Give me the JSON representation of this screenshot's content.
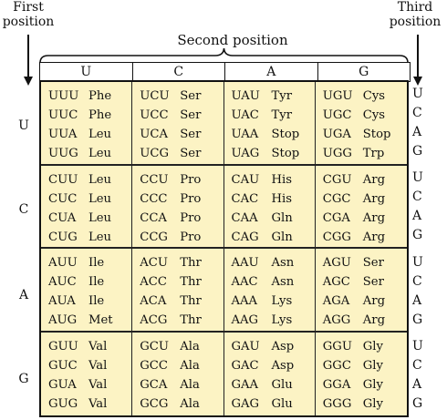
{
  "headers": {
    "first_position": [
      "First",
      "position"
    ],
    "second_position": "Second position",
    "third_position": [
      "Third",
      "position"
    ]
  },
  "second_bases": [
    "U",
    "C",
    "A",
    "G"
  ],
  "first_bases": [
    "U",
    "C",
    "A",
    "G"
  ],
  "third_bases": [
    "U",
    "C",
    "A",
    "G"
  ],
  "codons": [
    [
      [
        [
          "UUU",
          "Phe"
        ],
        [
          "UUC",
          "Phe"
        ],
        [
          "UUA",
          "Leu"
        ],
        [
          "UUG",
          "Leu"
        ]
      ],
      [
        [
          "UCU",
          "Ser"
        ],
        [
          "UCC",
          "Ser"
        ],
        [
          "UCA",
          "Ser"
        ],
        [
          "UCG",
          "Ser"
        ]
      ],
      [
        [
          "UAU",
          "Tyr"
        ],
        [
          "UAC",
          "Tyr"
        ],
        [
          "UAA",
          "Stop"
        ],
        [
          "UAG",
          "Stop"
        ]
      ],
      [
        [
          "UGU",
          "Cys"
        ],
        [
          "UGC",
          "Cys"
        ],
        [
          "UGA",
          "Stop"
        ],
        [
          "UGG",
          "Trp"
        ]
      ]
    ],
    [
      [
        [
          "CUU",
          "Leu"
        ],
        [
          "CUC",
          "Leu"
        ],
        [
          "CUA",
          "Leu"
        ],
        [
          "CUG",
          "Leu"
        ]
      ],
      [
        [
          "CCU",
          "Pro"
        ],
        [
          "CCC",
          "Pro"
        ],
        [
          "CCA",
          "Pro"
        ],
        [
          "CCG",
          "Pro"
        ]
      ],
      [
        [
          "CAU",
          "His"
        ],
        [
          "CAC",
          "His"
        ],
        [
          "CAA",
          "Gln"
        ],
        [
          "CAG",
          "Gln"
        ]
      ],
      [
        [
          "CGU",
          "Arg"
        ],
        [
          "CGC",
          "Arg"
        ],
        [
          "CGA",
          "Arg"
        ],
        [
          "CGG",
          "Arg"
        ]
      ]
    ],
    [
      [
        [
          "AUU",
          "Ile"
        ],
        [
          "AUC",
          "Ile"
        ],
        [
          "AUA",
          "Ile"
        ],
        [
          "AUG",
          "Met"
        ]
      ],
      [
        [
          "ACU",
          "Thr"
        ],
        [
          "ACC",
          "Thr"
        ],
        [
          "ACA",
          "Thr"
        ],
        [
          "ACG",
          "Thr"
        ]
      ],
      [
        [
          "AAU",
          "Asn"
        ],
        [
          "AAC",
          "Asn"
        ],
        [
          "AAA",
          "Lys"
        ],
        [
          "AAG",
          "Lys"
        ]
      ],
      [
        [
          "AGU",
          "Ser"
        ],
        [
          "AGC",
          "Ser"
        ],
        [
          "AGA",
          "Arg"
        ],
        [
          "AGG",
          "Arg"
        ]
      ]
    ],
    [
      [
        [
          "GUU",
          "Val"
        ],
        [
          "GUC",
          "Val"
        ],
        [
          "GUA",
          "Val"
        ],
        [
          "GUG",
          "Val"
        ]
      ],
      [
        [
          "GCU",
          "Ala"
        ],
        [
          "GCC",
          "Ala"
        ],
        [
          "GCA",
          "Ala"
        ],
        [
          "GCG",
          "Ala"
        ]
      ],
      [
        [
          "GAU",
          "Asp"
        ],
        [
          "GAC",
          "Asp"
        ],
        [
          "GAA",
          "Glu"
        ],
        [
          "GAG",
          "Glu"
        ]
      ],
      [
        [
          "GGU",
          "Gly"
        ],
        [
          "GGC",
          "Gly"
        ],
        [
          "GGA",
          "Gly"
        ],
        [
          "GGG",
          "Gly"
        ]
      ]
    ]
  ],
  "colors": {
    "cell_fill": "#fcf3c4",
    "lines": "#111111"
  }
}
